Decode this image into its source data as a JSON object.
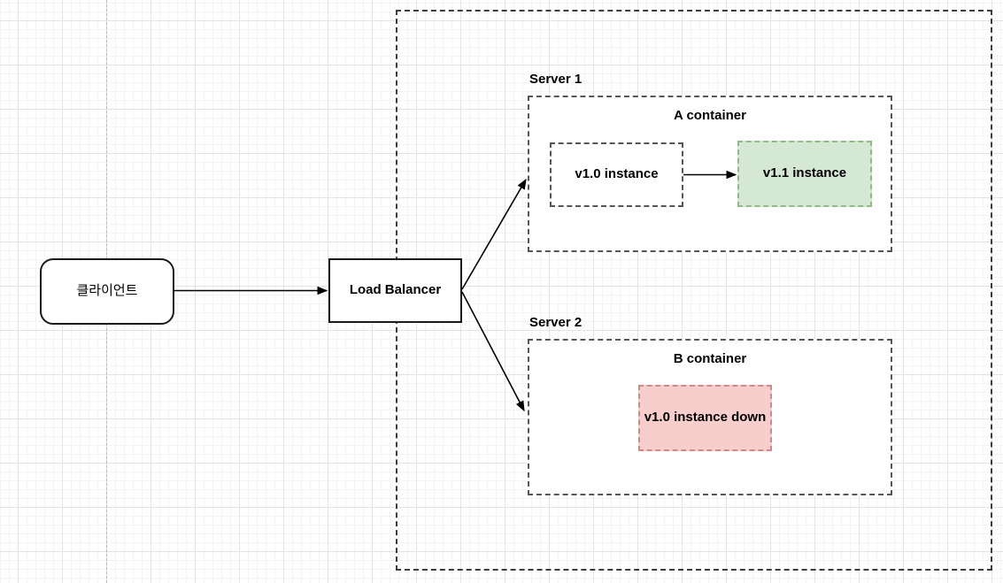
{
  "diagram": {
    "client": {
      "label": "클라이언트"
    },
    "load_balancer": {
      "label": "Load Balancer"
    },
    "server1": {
      "label": "Server 1",
      "container_label": "A container",
      "instances": [
        {
          "label": "v1.0 instance",
          "status": "idle"
        },
        {
          "label": "v1.1 instance",
          "status": "up"
        }
      ]
    },
    "server2": {
      "label": "Server 2",
      "container_label": "B container",
      "instances": [
        {
          "label": "v1.0 instance down",
          "status": "down"
        }
      ]
    },
    "edges": [
      {
        "from": "client",
        "to": "load-balancer"
      },
      {
        "from": "load-balancer",
        "to": "server-1"
      },
      {
        "from": "load-balancer",
        "to": "server-2"
      },
      {
        "from": "v1.0-instance",
        "to": "v1.1-instance"
      }
    ],
    "colors": {
      "instance_up_fill": "#d5e8d4",
      "instance_up_border": "#8fbc86",
      "instance_down_fill": "#f8cecc",
      "instance_down_border": "#cf8a88",
      "shape_border": "#1a1a1a",
      "zone_dashed_border": "#3d3d3d",
      "arrow": "#000000",
      "canvas_background": "#ffffff"
    }
  }
}
